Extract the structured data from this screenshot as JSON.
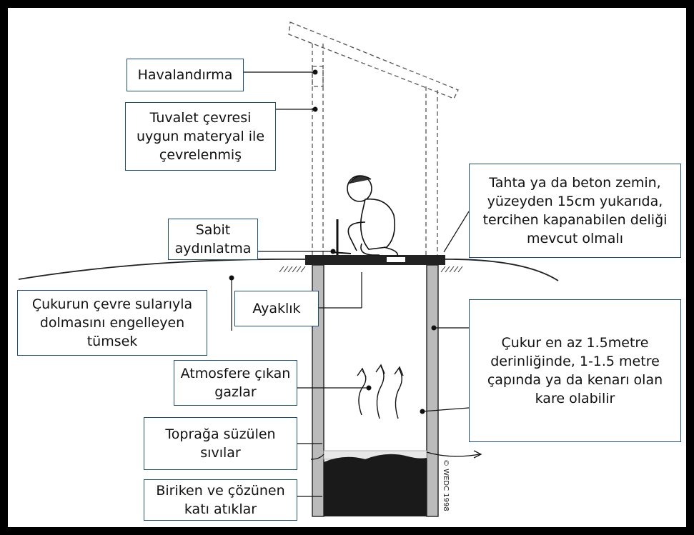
{
  "labels": {
    "ventilation": "Havalandırma",
    "enclosure": "Tuvalet çevresi uygun materyal ile çevrelenmiş",
    "slab": "Tahta ya da beton zemin, yüzeyden 15cm yukarıda, tercihen kapanabilen deliği mevcut olmalı",
    "lighting": "Sabit aydınlatma",
    "mound": "Çukurun çevre sularıyla dolmasını engelleyen tümsek",
    "footrest": "Ayaklık",
    "pit": "Çukur en az 1.5metre derinliğinde, 1-1.5 metre çapında ya da kenarı olan kare olabilir",
    "gases": "Atmosfere çıkan gazlar",
    "liquids": "Toprağa süzülen sıvılar",
    "solids": "Biriken ve çözünen katı atıklar"
  },
  "copyright": "© WEDC 1998"
}
